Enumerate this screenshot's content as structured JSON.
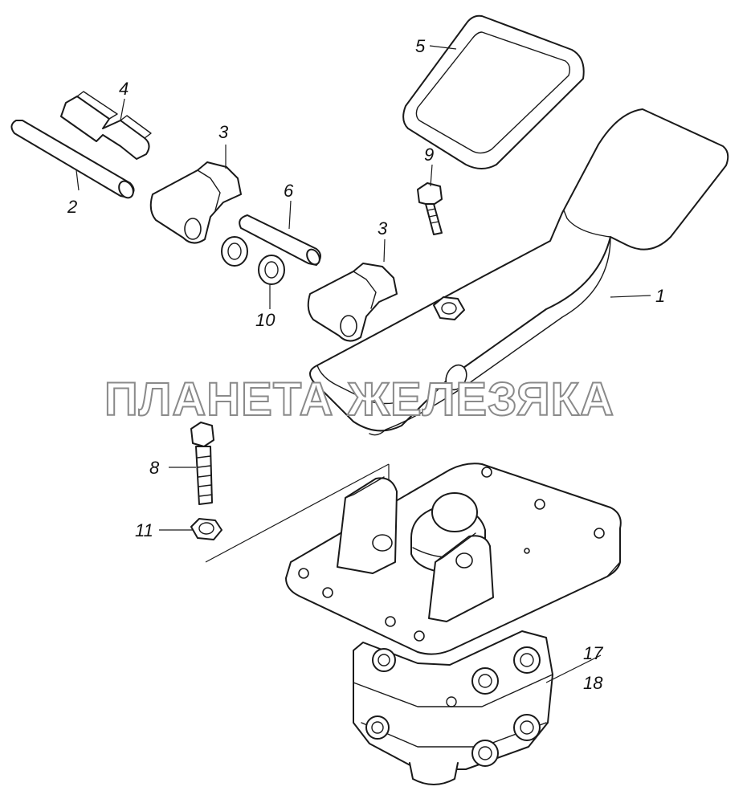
{
  "watermark": "ПЛАНЕТА ЖЕЛЕЗЯКА",
  "callouts": {
    "pedal": "1",
    "axle": "2",
    "bracket_left": "3",
    "bracket_right": "3",
    "clip": "4",
    "pad": "5",
    "pin": "6",
    "bolt_large": "8",
    "bolt_small": "9",
    "washer": "10",
    "nut": "11",
    "valve_a": "17",
    "valve_b": "18"
  },
  "colors": {
    "line": "#1a1a1a",
    "background": "#ffffff",
    "watermark_outline": "#8a8a8a"
  }
}
